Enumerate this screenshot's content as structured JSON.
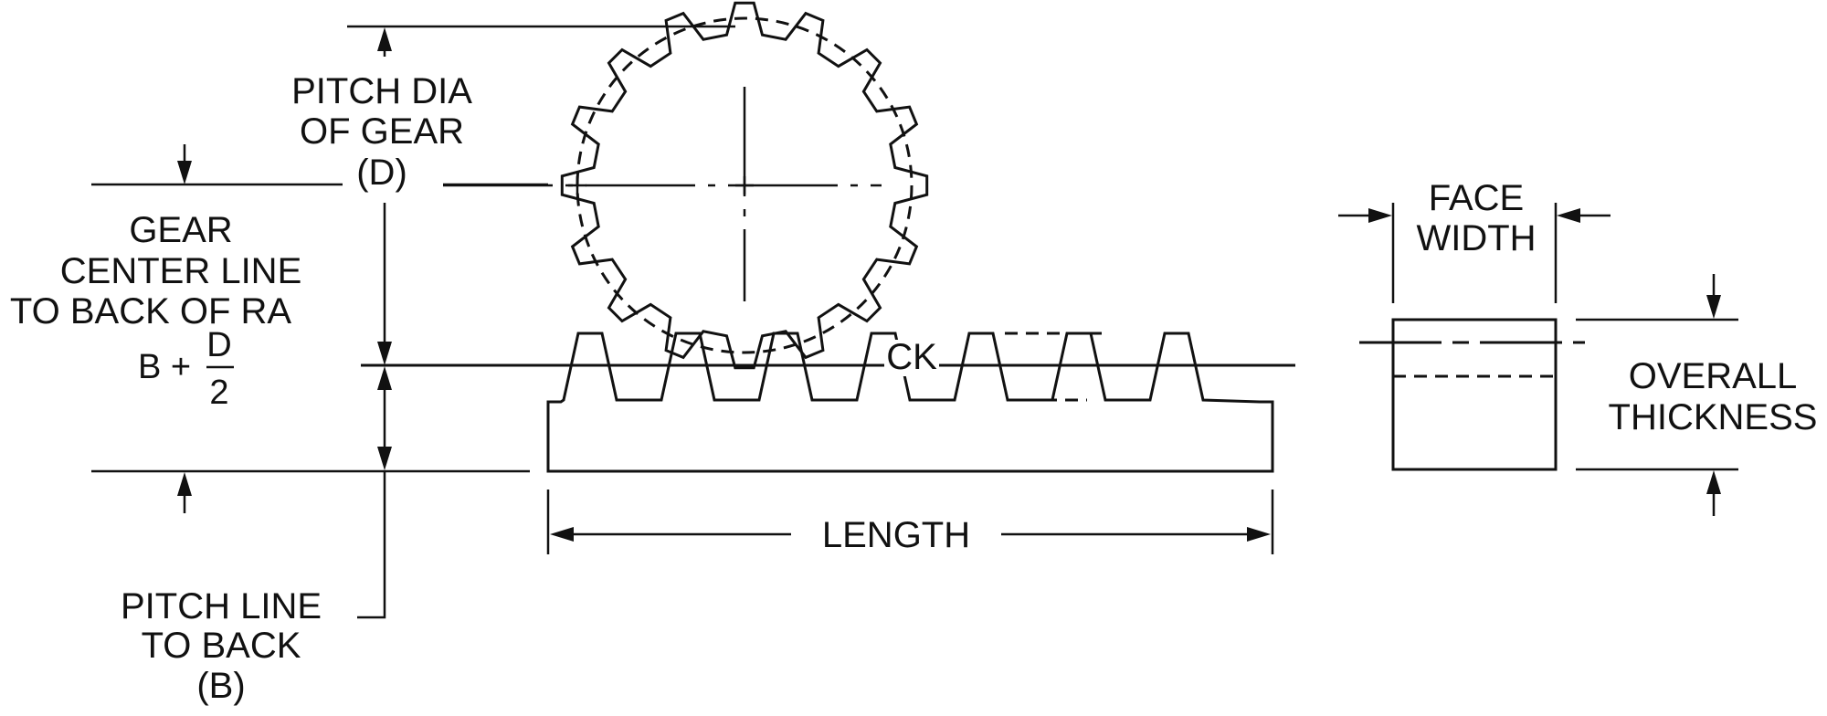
{
  "labels": {
    "pitch_dia": [
      "PITCH DIA",
      "OF GEAR",
      "(D)"
    ],
    "gear_center": [
      "GEAR",
      "CENTER LINE",
      "TO BACK OF RA"
    ],
    "formula_b": "B +",
    "formula_num": "D",
    "formula_den": "2",
    "rack_mark": "CK",
    "length": "LENGTH",
    "face_width": [
      "FACE",
      "WIDTH"
    ],
    "overall_thickness": [
      "OVERALL",
      "THICKNESS"
    ],
    "pitch_line": [
      "PITCH LINE",
      "TO BACK",
      "(B)"
    ]
  },
  "gear": {
    "teeth": 16
  }
}
